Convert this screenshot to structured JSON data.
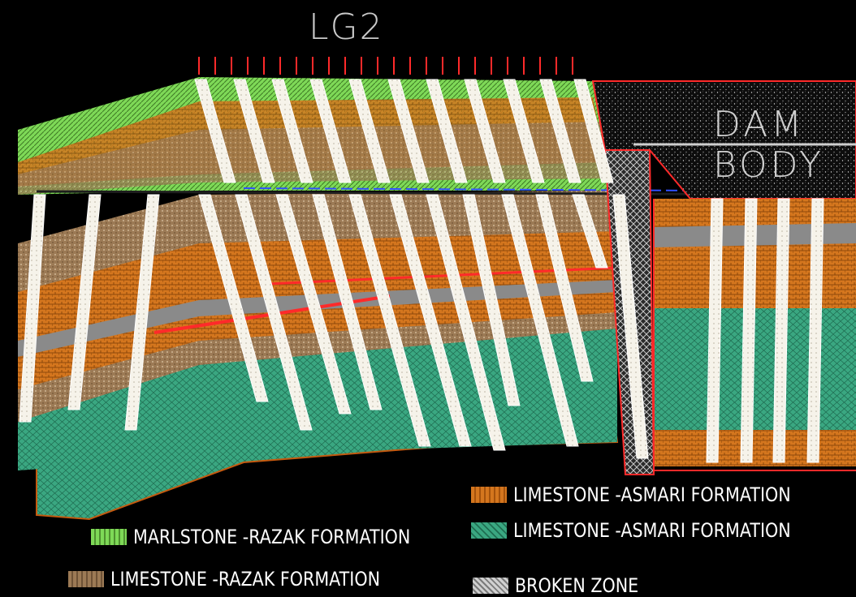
{
  "title": "LG2",
  "dam_label": {
    "line1": "DAM",
    "line2": "BODY"
  },
  "legend": [
    {
      "id": "limestone-asmari-orange",
      "label": "LIMESTONE   -ASMARI FORMATION",
      "color": "#d4761e"
    },
    {
      "id": "limestone-asmari-green",
      "label": "LIMESTONE   -ASMARI FORMATION",
      "color": "#3aa781"
    },
    {
      "id": "marlstone-razak",
      "label": "MARLSTONE  -RAZAK FORMATION",
      "color": "#7ed957"
    },
    {
      "id": "limestone-razak",
      "label": "LIMESTONE  -RAZAK FORMATION",
      "color": "#9c7a55"
    },
    {
      "id": "broken-zone",
      "label": "BROKEN ZONE",
      "color": "#bdbdbd"
    }
  ],
  "colors": {
    "background": "#000000",
    "orange": "#d4761e",
    "green": "#3aa781",
    "lightgreen": "#7ed957",
    "brown": "#9c7a55",
    "grey": "#8a8a8a",
    "red": "#ff2a2a",
    "dam_fill": "#111111"
  }
}
